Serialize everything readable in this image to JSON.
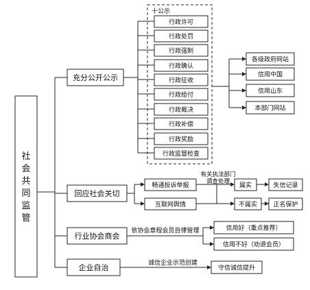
{
  "root": {
    "chars": [
      "社",
      "会",
      "共",
      "同",
      "监",
      "管"
    ]
  },
  "branches": {
    "public": "充分公开公示",
    "respond": "回应社会关切",
    "industry": "行业协会商会",
    "enterprise": "企业自治"
  },
  "public_group": {
    "title": "十公示",
    "items": [
      "行政许可",
      "行政处罚",
      "行政强制",
      "行政确认",
      "行政征收",
      "行政给付",
      "行政裁决",
      "行政补偿",
      "行政奖励",
      "行政监督检查"
    ]
  },
  "platforms": [
    "各级政府网站",
    "信用中国",
    "信用山东",
    "本部门网站"
  ],
  "respond_detail": {
    "complaint": "畅通投诉举报",
    "internet": "互联网舆情",
    "investigate_line1": "有关执法部门",
    "investigate_line2": "调查处理",
    "true": "属实",
    "not_true": "不属实",
    "punish": "失信记录",
    "correct": "正名保护"
  },
  "industry_detail": {
    "edge_label": "依协会章程会员自律管理",
    "good": "信用好（重点推荐）",
    "bad": "信用不好（劝退会员）"
  },
  "enterprise_detail": {
    "edge_label": "诚信企业示范创建",
    "result": "守信诚信提升"
  }
}
